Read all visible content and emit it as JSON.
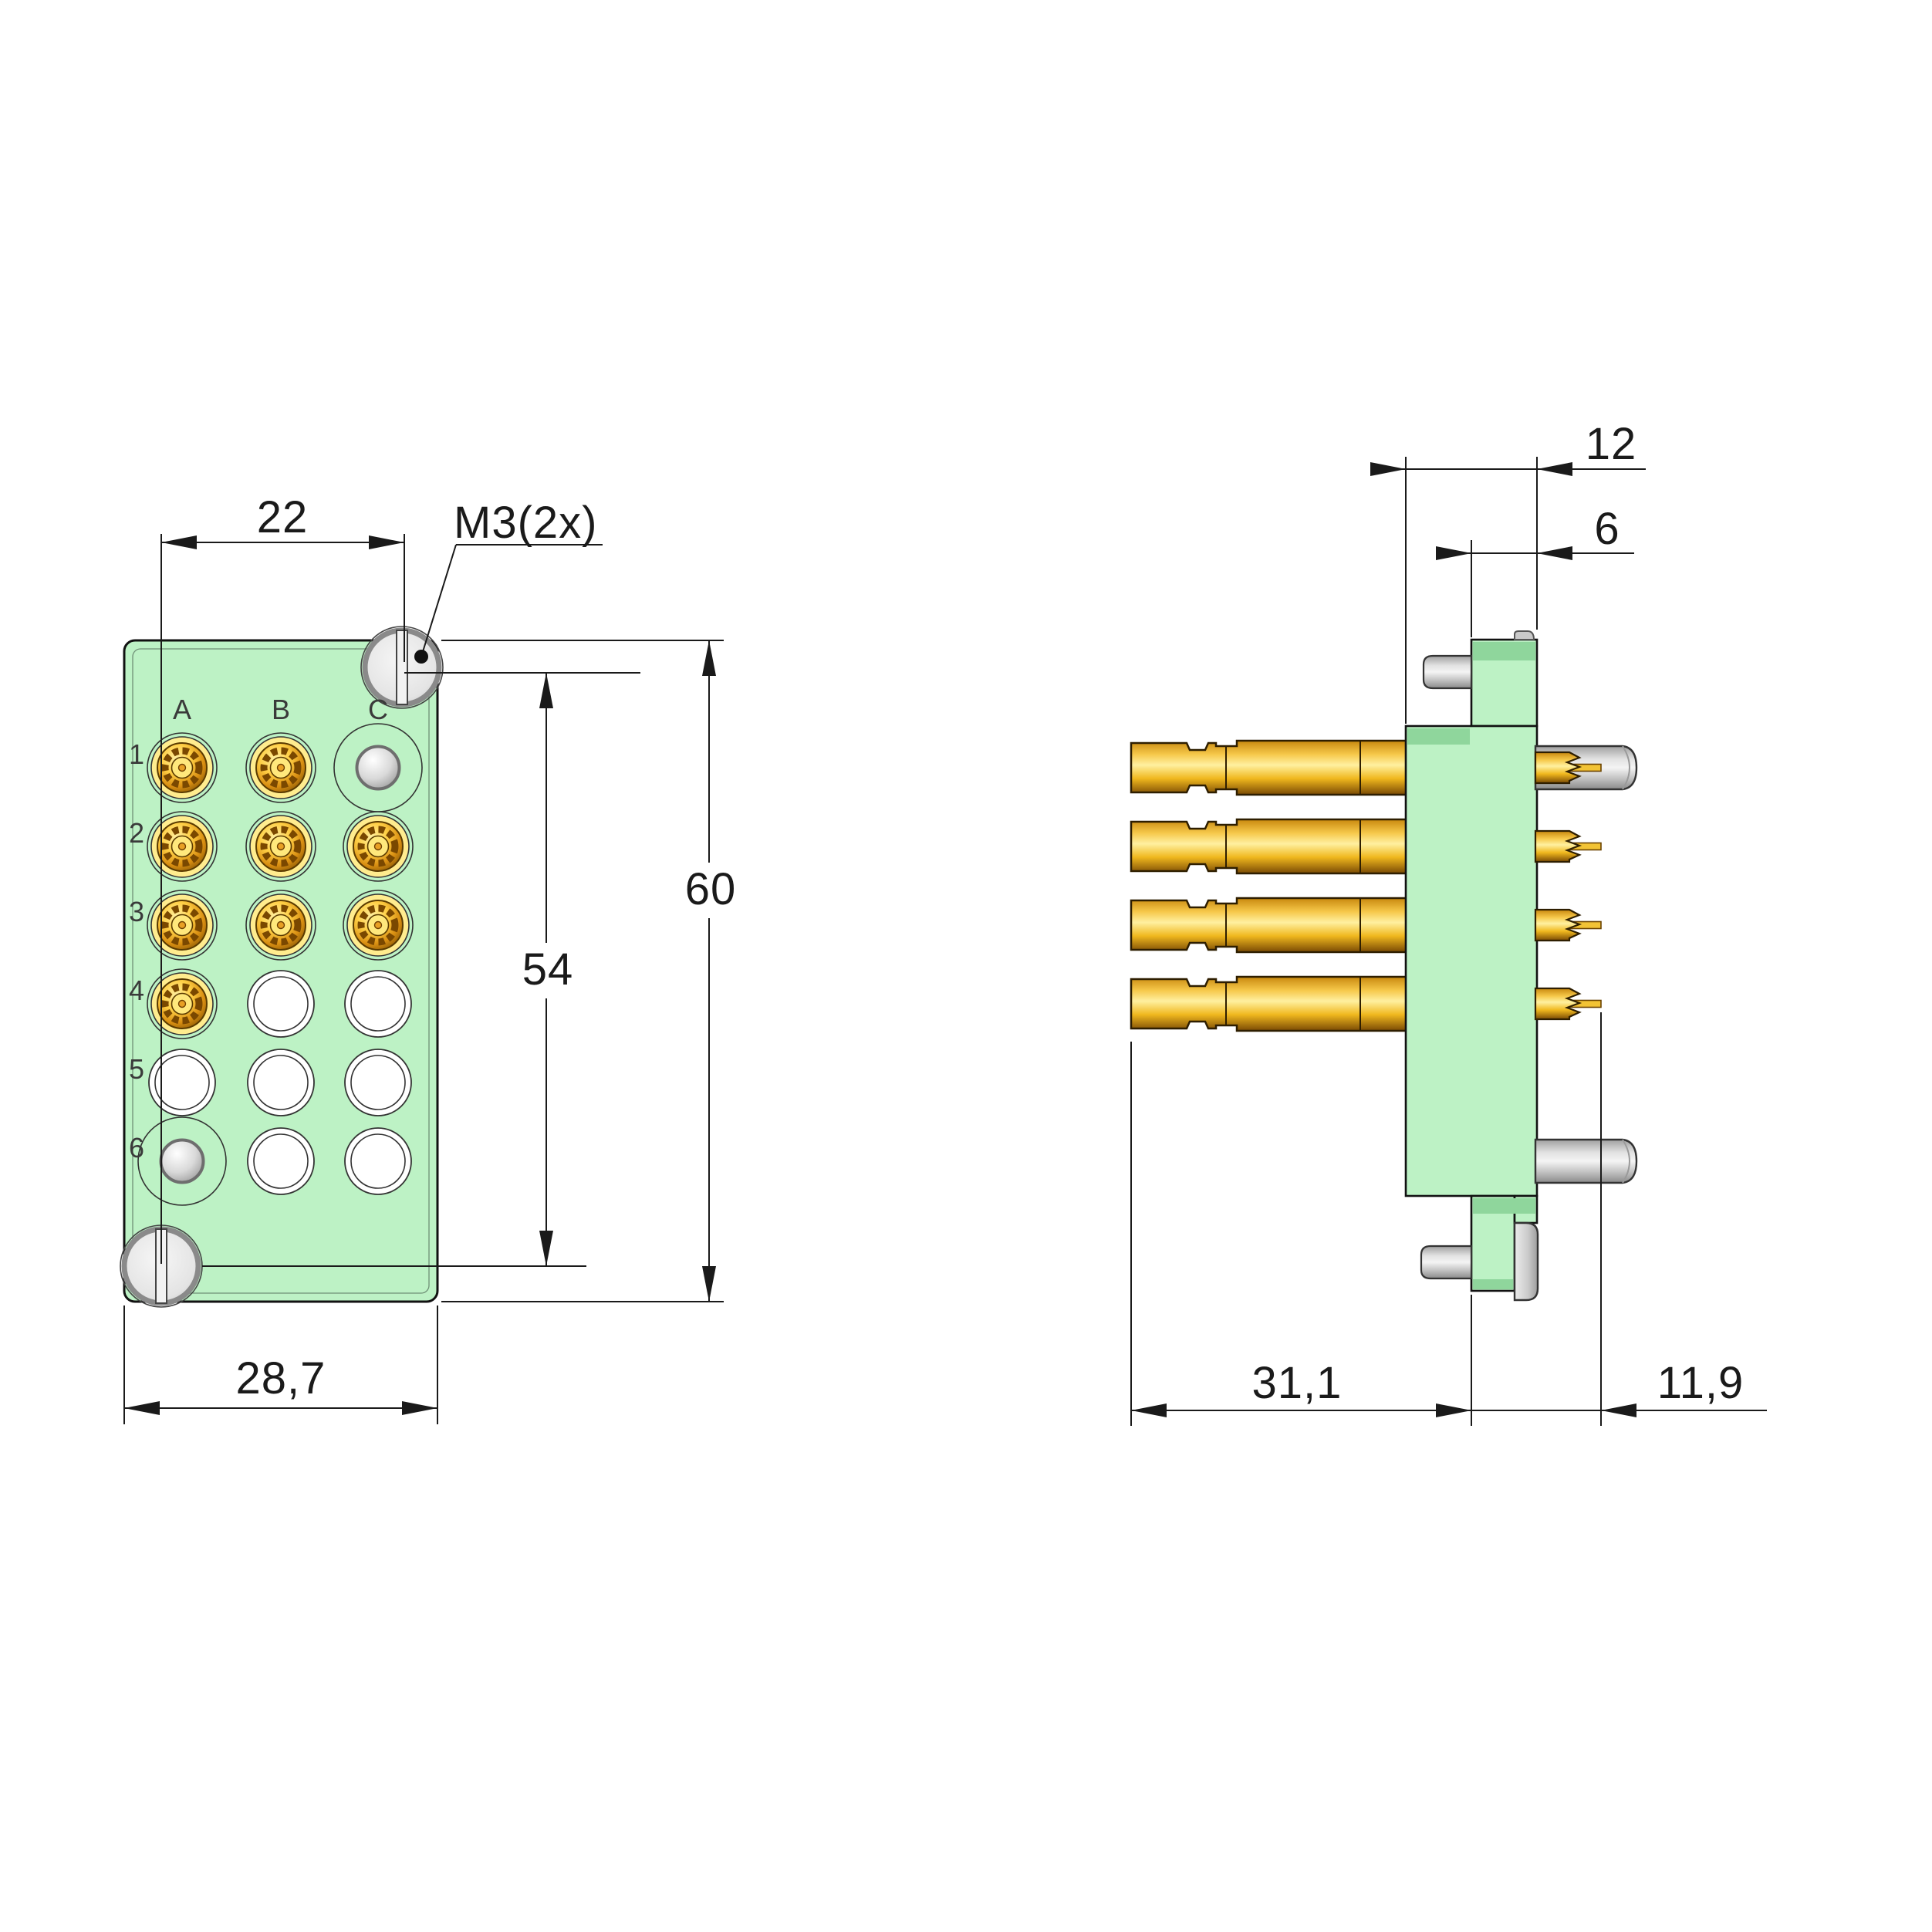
{
  "drawing": {
    "type": "connector-technical-drawing",
    "front_view": {
      "column_labels": [
        "A",
        "B",
        "C"
      ],
      "row_labels": [
        "1",
        "2",
        "3",
        "4",
        "5",
        "6"
      ],
      "dim_screw_spacing_h": "22",
      "dim_thread_callout": "M3(2x)",
      "dim_screw_spacing_v": "54",
      "dim_height": "60",
      "dim_width": "28,7"
    },
    "side_view": {
      "dim_body_depth": "12",
      "dim_front_block_depth": "6",
      "dim_rear_length": "31,1",
      "dim_front_length": "11,9"
    },
    "colors": {
      "body_green": "#bdf2c5",
      "body_shade": "#8fd69c",
      "gold": "#f7b81d",
      "metal_gray": "#c9c9c9",
      "line": "#1a1a1a"
    }
  }
}
